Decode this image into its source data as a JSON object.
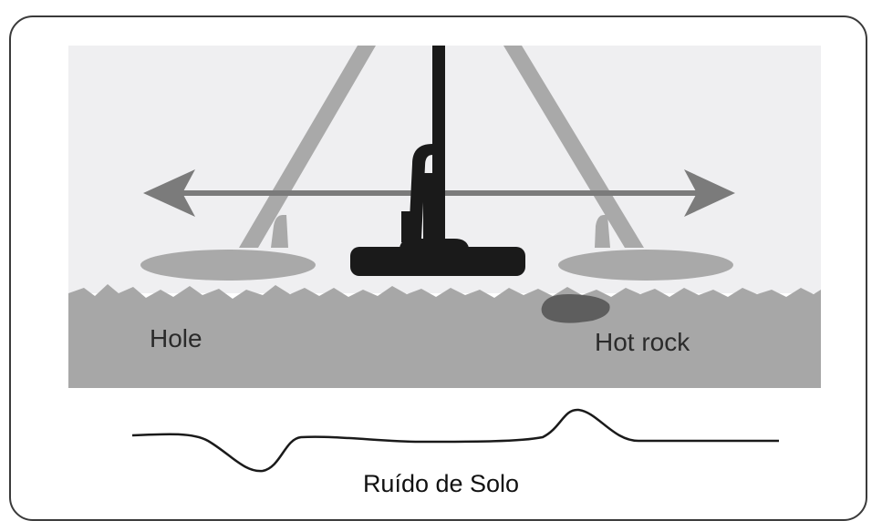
{
  "labels": {
    "hole": "Hole",
    "hot_rock": "Hot rock"
  },
  "caption": "Ruído de Solo",
  "colors": {
    "background_panel": "#efeff1",
    "ground": "#a7a7a7",
    "ghost_detector": "#a9a9a9",
    "detector": "#1a1a1a",
    "arrow": "#7b7b7b",
    "hot_rock": "#5e5e5e",
    "signal_line": "#1a1a1a"
  }
}
